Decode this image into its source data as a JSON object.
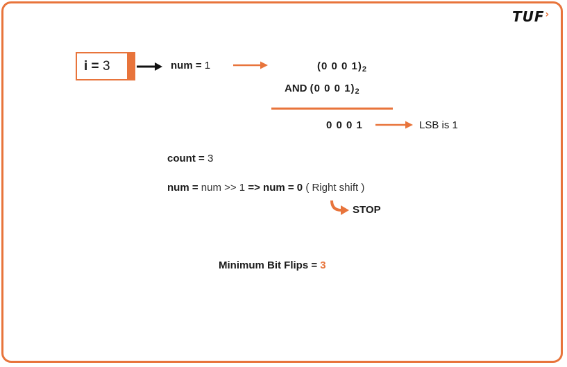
{
  "logo": {
    "text": "TUF",
    "accent": "›"
  },
  "colors": {
    "accent": "#e8743b",
    "text": "#1a1a1a"
  },
  "iteration": {
    "label": "i =",
    "value": "3"
  },
  "num_line": {
    "label": "num =",
    "value": "1"
  },
  "and_op": {
    "operand1": "(0 0 0 1)",
    "operand1_base": "2",
    "and_label": "AND",
    "operand2": "(0 0 0 1)",
    "operand2_base": "2",
    "result": "0 0 0 1",
    "result_note": "LSB is 1"
  },
  "count_line": {
    "label": "count =",
    "value": "3"
  },
  "shift_line": {
    "label": "num =",
    "expr": "num >> 1",
    "arrow": "=>",
    "result_label": "num = 0",
    "note": "( Right shift )",
    "stop": "STOP"
  },
  "summary": {
    "label": "Minimum Bit Flips =",
    "value": "3"
  }
}
